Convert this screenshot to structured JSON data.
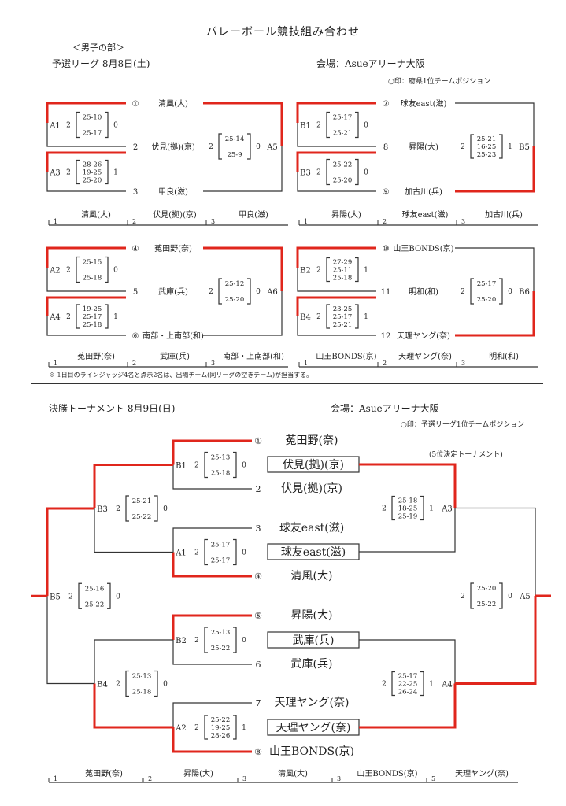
{
  "title": "バレーボール競技組み合わせ",
  "division": "＜男子の部＞",
  "prelim": {
    "heading": "予選リーグ 8月8日(土)",
    "venue": "会場：Asueアリーナ大阪",
    "note": "○印：府県1位チームポジション",
    "leagues": [
      {
        "name": "A",
        "teams": [
          {
            "pos": "①",
            "name": "清風(大)"
          },
          {
            "pos": "2",
            "name": "伏見(拠)(京)"
          },
          {
            "pos": "3",
            "name": "甲良(滋)"
          }
        ],
        "matches": [
          {
            "code": "A1",
            "sets": "2",
            "scores": [
              "25-10",
              "25-17"
            ],
            "opp_sets": "0"
          },
          {
            "code": "A3",
            "sets": "2",
            "scores": [
              "28-26",
              "19-25",
              "25-20"
            ],
            "opp_sets": "1"
          },
          {
            "code": "A5",
            "sets": "2",
            "scores": [
              "25-14",
              "25-9"
            ],
            "opp_sets": "0"
          }
        ],
        "ranking": [
          {
            "rank": "1",
            "name": "清風(大)"
          },
          {
            "rank": "2",
            "name": "伏見(拠)(京)"
          },
          {
            "rank": "3",
            "name": "甲良(滋)"
          }
        ]
      },
      {
        "name": "B",
        "teams": [
          {
            "pos": "⑦",
            "name": "球友east(滋)"
          },
          {
            "pos": "8",
            "name": "昇陽(大)"
          },
          {
            "pos": "⑨",
            "name": "加古川(兵)"
          }
        ],
        "matches": [
          {
            "code": "B1",
            "sets": "2",
            "scores": [
              "25-17",
              "25-21"
            ],
            "opp_sets": "0"
          },
          {
            "code": "B3",
            "sets": "2",
            "scores": [
              "25-22",
              "25-20"
            ],
            "opp_sets": "0"
          },
          {
            "code": "B5",
            "sets": "2",
            "scores": [
              "25-21",
              "16-25",
              "25-23"
            ],
            "opp_sets": "1"
          }
        ],
        "ranking": [
          {
            "rank": "1",
            "name": "昇陽(大)"
          },
          {
            "rank": "2",
            "name": "球友east(滋)"
          },
          {
            "rank": "3",
            "name": "加古川(兵)"
          }
        ]
      },
      {
        "name": "C",
        "teams": [
          {
            "pos": "④",
            "name": "菟田野(奈)"
          },
          {
            "pos": "5",
            "name": "武庫(兵)"
          },
          {
            "pos": "⑥",
            "name": "南部・上南部(和)"
          }
        ],
        "matches": [
          {
            "code": "A2",
            "sets": "2",
            "scores": [
              "25-15",
              "25-18"
            ],
            "opp_sets": "0"
          },
          {
            "code": "A4",
            "sets": "2",
            "scores": [
              "19-25",
              "25-17",
              "25-18"
            ],
            "opp_sets": "1"
          },
          {
            "code": "A6",
            "sets": "2",
            "scores": [
              "25-12",
              "25-20"
            ],
            "opp_sets": "0"
          }
        ],
        "ranking": [
          {
            "rank": "1",
            "name": "菟田野(奈)"
          },
          {
            "rank": "2",
            "name": "武庫(兵)"
          },
          {
            "rank": "3",
            "name": "南部・上南部(和)"
          }
        ]
      },
      {
        "name": "D",
        "teams": [
          {
            "pos": "⑩",
            "name": "山王BONDS(京)"
          },
          {
            "pos": "11",
            "name": "明和(和)"
          },
          {
            "pos": "12",
            "name": "天理ヤング(奈)"
          }
        ],
        "matches": [
          {
            "code": "B2",
            "sets": "2",
            "scores": [
              "27-29",
              "25-11",
              "25-18"
            ],
            "opp_sets": "1"
          },
          {
            "code": "B4",
            "sets": "2",
            "scores": [
              "23-25",
              "25-17",
              "25-21"
            ],
            "opp_sets": "1"
          },
          {
            "code": "B6",
            "sets": "2",
            "scores": [
              "25-17",
              "25-20"
            ],
            "opp_sets": "0"
          }
        ],
        "ranking": [
          {
            "rank": "1",
            "name": "山王BONDS(京)"
          },
          {
            "rank": "2",
            "name": "天理ヤング(奈)"
          },
          {
            "rank": "3",
            "name": "明和(和)"
          }
        ]
      }
    ],
    "footnote": "※ 1日目のラインジャッジ4名と点示2名は、出場チーム(同リーグの空きチーム)が担当する。"
  },
  "final": {
    "heading": "決勝トーナメント 8月9日(日)",
    "venue": "会場：Asueアリーナ大阪",
    "note": "○印：予選リーグ1位チームポジション",
    "fifth_label": "(5位決定トーナメント)",
    "slots": [
      {
        "pos": "①",
        "name": "菟田野(奈)"
      },
      {
        "pos": "2",
        "name": "伏見(拠)(京)"
      },
      {
        "pos": "3",
        "name": "球友east(滋)"
      },
      {
        "pos": "④",
        "name": "清風(大)"
      },
      {
        "pos": "⑤",
        "name": "昇陽(大)"
      },
      {
        "pos": "6",
        "name": "武庫(兵)"
      },
      {
        "pos": "7",
        "name": "天理ヤング(奈)"
      },
      {
        "pos": "⑧",
        "name": "山王BONDS(京)"
      }
    ],
    "fifth_boxes": [
      "伏見(拠)(京)",
      "球友east(滋)",
      "武庫(兵)",
      "天理ヤング(奈)"
    ],
    "matches": [
      {
        "code": "B1",
        "sets": "2",
        "scores": [
          "25-13",
          "25-18"
        ],
        "opp_sets": "0"
      },
      {
        "code": "A1",
        "sets": "2",
        "scores": [
          "25-17",
          "25-17"
        ],
        "opp_sets": "0"
      },
      {
        "code": "B2",
        "sets": "2",
        "scores": [
          "25-13",
          "25-22"
        ],
        "opp_sets": "0"
      },
      {
        "code": "A2",
        "sets": "2",
        "scores": [
          "25-22",
          "19-25",
          "28-26"
        ],
        "opp_sets": "1"
      },
      {
        "code": "B3",
        "sets": "2",
        "scores": [
          "25-21",
          "25-22"
        ],
        "opp_sets": "0"
      },
      {
        "code": "B4",
        "sets": "2",
        "scores": [
          "25-13",
          "25-18"
        ],
        "opp_sets": "0"
      },
      {
        "code": "B5",
        "sets": "2",
        "scores": [
          "25-16",
          "25-22"
        ],
        "opp_sets": "0"
      },
      {
        "code": "A3",
        "sets": "2",
        "scores": [
          "25-18",
          "18-25",
          "25-19"
        ],
        "opp_sets": "1"
      },
      {
        "code": "A4",
        "sets": "2",
        "scores": [
          "25-17",
          "22-25",
          "26-24"
        ],
        "opp_sets": "1"
      },
      {
        "code": "A5",
        "sets": "2",
        "scores": [
          "25-20",
          "25-22"
        ],
        "opp_sets": "0"
      }
    ],
    "ranking": [
      {
        "rank": "1",
        "name": "菟田野(奈)"
      },
      {
        "rank": "2",
        "name": "昇陽(大)"
      },
      {
        "rank": "3",
        "name": "清風(大)"
      },
      {
        "rank": "3",
        "name": "山王BONDS(京)"
      },
      {
        "rank": "5",
        "name": "天理ヤング(奈)"
      }
    ]
  },
  "colors": {
    "win_line": "#e0261c",
    "line": "#333333"
  }
}
